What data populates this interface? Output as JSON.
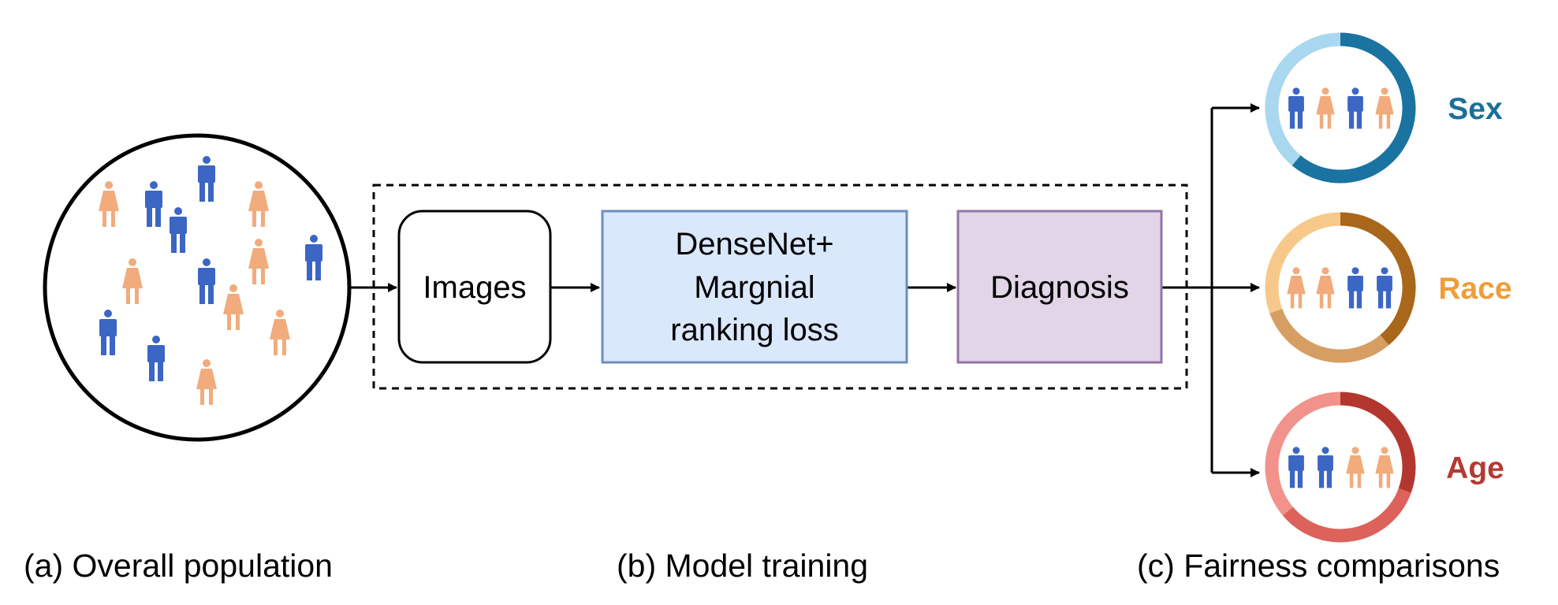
{
  "nodes": {
    "images": "Images",
    "model_line1": "DenseNet+",
    "model_line2": "Margnial",
    "model_line3": "ranking loss",
    "diagnosis": "Diagnosis"
  },
  "captions": {
    "a": "(a) Overall population",
    "b": "(b) Model training",
    "c": "(c) Fairness comparisons"
  },
  "fairness": [
    {
      "label": "Sex",
      "label_color": "#1b6f99",
      "ring_colors": [
        "#1a73a0",
        "#a9d7ef"
      ],
      "icons": [
        "male",
        "female",
        "male",
        "female"
      ]
    },
    {
      "label": "Race",
      "label_color": "#ef9d3a",
      "ring_colors": [
        "#a8671a",
        "#d69e63",
        "#f6c98a"
      ],
      "icons": [
        "female",
        "female",
        "male",
        "male"
      ]
    },
    {
      "label": "Age",
      "label_color": "#b43a33",
      "ring_colors": [
        "#b3372f",
        "#dc625b",
        "#f1938a"
      ],
      "icons": [
        "male",
        "male",
        "female",
        "female"
      ]
    }
  ],
  "population_icons": [
    "female",
    "male",
    "male",
    "female",
    "male",
    "male",
    "female",
    "male",
    "female",
    "female",
    "male",
    "female",
    "male",
    "female"
  ],
  "icon_colors": {
    "male": "#3b66c4",
    "female": "#f1ab7c"
  }
}
